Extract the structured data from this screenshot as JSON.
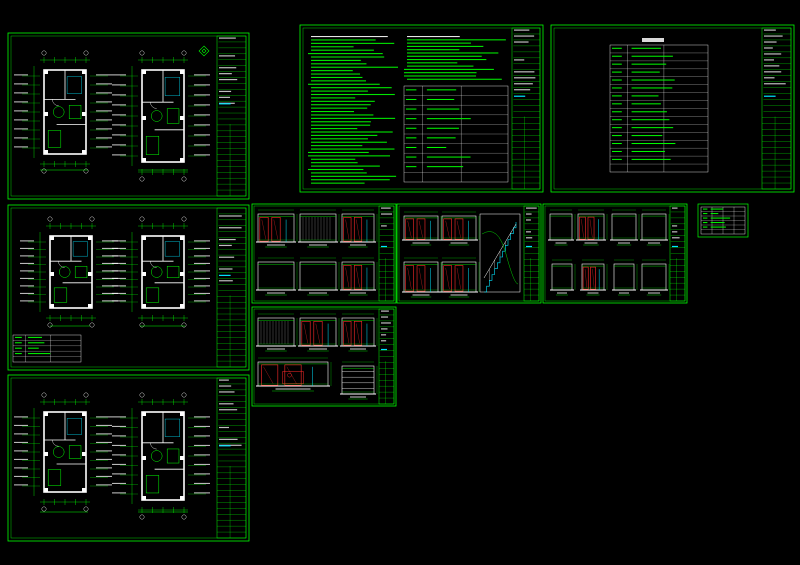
{
  "colors": {
    "background": "#000000",
    "frame": "#00ff00",
    "wall": "#ffffff",
    "dimension": "#00ff00",
    "annotation": "#ffffff",
    "glass": "#ff2a2a",
    "accent": "#00e5ff",
    "hatch": "#c8c8c8"
  },
  "sheets": [
    {
      "id": "plan-1",
      "kind": "plan-pair",
      "caption_left": "",
      "caption_right": ""
    },
    {
      "id": "plan-2",
      "kind": "plan-pair",
      "caption_left": "",
      "caption_right": ""
    },
    {
      "id": "plan-3",
      "kind": "plan-pair",
      "caption_left": "",
      "caption_right": ""
    },
    {
      "id": "notes",
      "kind": "design-notes",
      "heading": ""
    },
    {
      "id": "index",
      "kind": "drawing-index",
      "heading": ""
    },
    {
      "id": "elev-a",
      "kind": "elevations"
    },
    {
      "id": "elev-b",
      "kind": "elevations"
    },
    {
      "id": "elev-c",
      "kind": "elevations"
    },
    {
      "id": "elev-d",
      "kind": "elevations"
    },
    {
      "id": "legend",
      "kind": "legend-block"
    }
  ]
}
